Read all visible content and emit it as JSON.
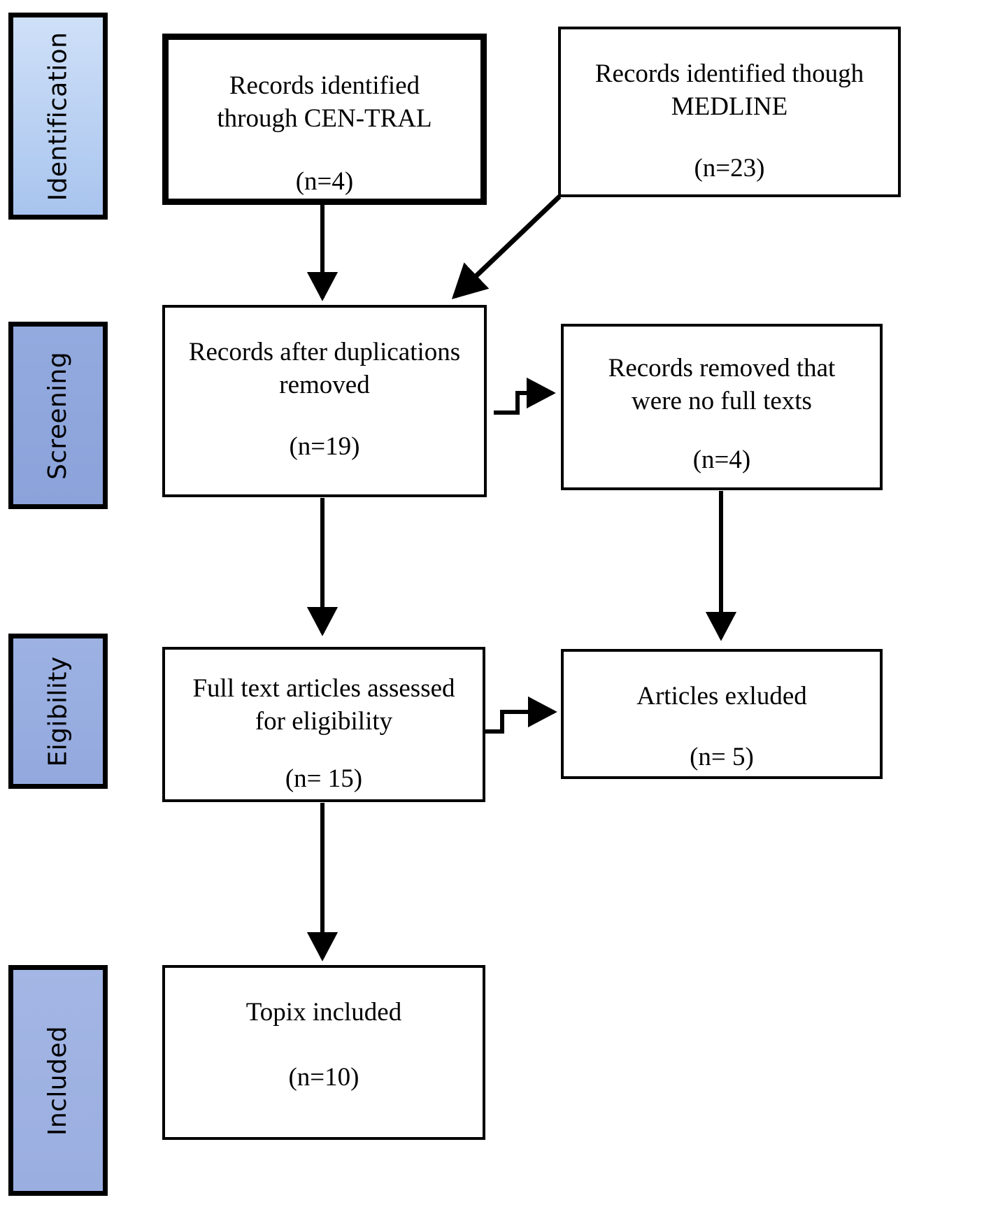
{
  "figure": {
    "type": "prisma-flow-diagram",
    "background_color": "#ffffff",
    "line_color": "#000000"
  },
  "phases": [
    {
      "key": "identification",
      "label": "Identification",
      "fill_top": "#cfe0f8",
      "fill_bottom": "#a8c4ee"
    },
    {
      "key": "screening",
      "label": "Screening",
      "fill_top": "#93aadf",
      "fill_bottom": "#8ba3da"
    },
    {
      "key": "eligibility",
      "label": "Eigibility",
      "fill_top": "#9db2e3",
      "fill_bottom": "#93a9de"
    },
    {
      "key": "included",
      "label": "Included",
      "fill_top": "#a3b6e4",
      "fill_bottom": "#9aaee0"
    }
  ],
  "boxes": {
    "central": {
      "title": "Records identified through CEN-TRAL",
      "count": "(n=4)"
    },
    "medline": {
      "title": "Records identified though MEDLINE",
      "count": "(n=23)"
    },
    "deduplicated": {
      "title": "Records after duplications removed",
      "count": "(n=19)"
    },
    "removed_no_full_text": {
      "title": "Records removed that were no full texts",
      "count": "(n=4)"
    },
    "full_text_assessed": {
      "title": "Full text articles assessed for eligibility",
      "count": "(n= 15)"
    },
    "articles_excluded": {
      "title": "Articles exluded",
      "count": "(n= 5)"
    },
    "included_topics": {
      "title": "Topix included",
      "count": "(n=10)"
    }
  },
  "connectors": [
    {
      "key": "central-to-dedup",
      "from": "central",
      "to": "deduplicated",
      "style": "straight-down-arrow"
    },
    {
      "key": "medline-to-dedup",
      "from": "medline",
      "to": "deduplicated",
      "style": "diagonal-arrow"
    },
    {
      "key": "dedup-to-removed",
      "from": "deduplicated",
      "to": "removed_no_full_text",
      "style": "elbow-right-arrow"
    },
    {
      "key": "dedup-to-fulltext",
      "from": "deduplicated",
      "to": "full_text_assessed",
      "style": "straight-down-arrow"
    },
    {
      "key": "removed-to-excluded",
      "from": "removed_no_full_text",
      "to": "articles_excluded",
      "style": "straight-down-arrow"
    },
    {
      "key": "fulltext-to-excluded",
      "from": "full_text_assessed",
      "to": "articles_excluded",
      "style": "elbow-right-arrow"
    },
    {
      "key": "fulltext-to-included",
      "from": "full_text_assessed",
      "to": "included_topics",
      "style": "straight-down-arrow"
    }
  ]
}
